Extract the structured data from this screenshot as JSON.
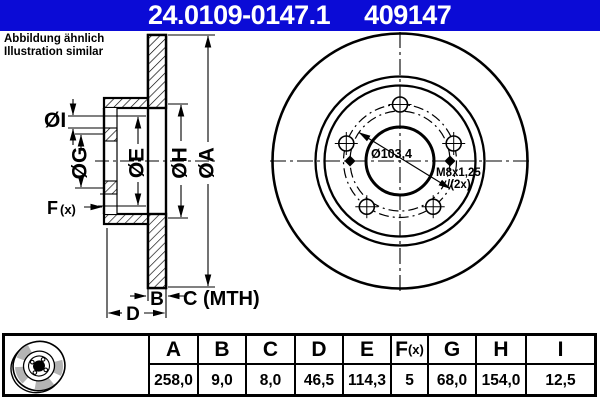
{
  "header": {
    "part_number": "24.0109-0147.1",
    "order_number": "409147"
  },
  "note": {
    "line1": "Abbildung ähnlich",
    "line2": "Illustration similar"
  },
  "colors": {
    "header_bg": "#0b0bd6",
    "drawing_line": "#000000",
    "icon_gray": "#b4b4b4"
  },
  "section_view": {
    "labels": {
      "dia_i": "ØI",
      "dia_g": "ØG",
      "dia_e": "ØE",
      "dia_h": "ØH",
      "dia_a": "ØA",
      "f": "F",
      "f_sub": "(x)",
      "b": "B",
      "c": "C (MTH)",
      "d": "D"
    }
  },
  "front_view": {
    "labels": {
      "pcd": "Ø103,4",
      "thread": "M8x1,25",
      "thread_qty": "/(2x)"
    }
  },
  "table": {
    "columns": [
      {
        "label": "A",
        "value": "258,0"
      },
      {
        "label": "B",
        "value": "9,0"
      },
      {
        "label": "C",
        "value": "8,0"
      },
      {
        "label": "D",
        "value": "46,5"
      },
      {
        "label": "E",
        "value": "114,3"
      },
      {
        "label": "F",
        "label_sub": "(x)",
        "value": "5"
      },
      {
        "label": "G",
        "value": "68,0"
      },
      {
        "label": "H",
        "value": "154,0"
      },
      {
        "label": "I",
        "value": "12,5"
      }
    ]
  }
}
